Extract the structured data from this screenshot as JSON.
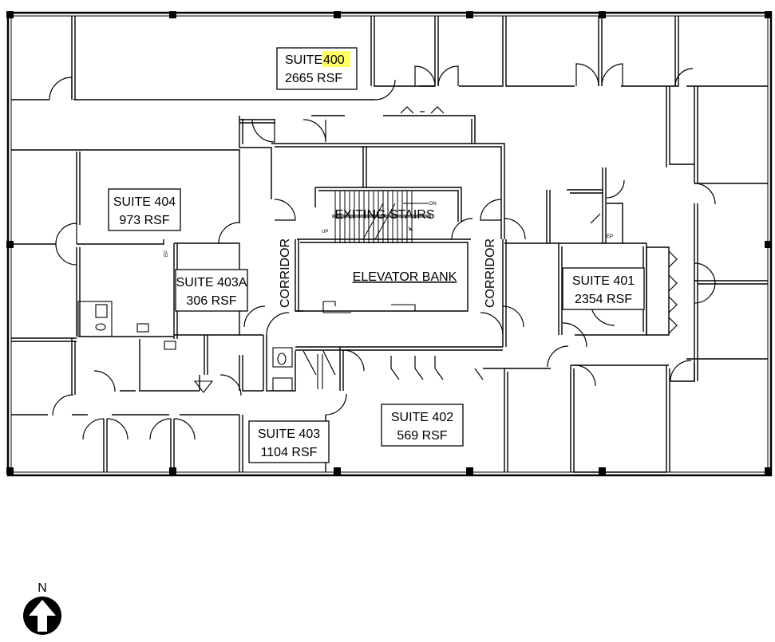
{
  "suites": [
    {
      "id": "400",
      "name": "SUITE",
      "number": "400",
      "area": "2665 RSF",
      "highlight": "#ffff66"
    },
    {
      "id": "404",
      "name": "SUITE 404",
      "area": "973 RSF"
    },
    {
      "id": "403a",
      "name": "SUITE 403A",
      "area": "306 RSF"
    },
    {
      "id": "401",
      "name": "SUITE 401",
      "area": "2354 RSF"
    },
    {
      "id": "402",
      "name": "SUITE 402",
      "area": "569 RSF"
    },
    {
      "id": "403",
      "name": "SUITE 403",
      "area": "1104 RSF"
    }
  ],
  "labels": {
    "exiting_stairs": "EXITING STAIRS",
    "elevator_bank": "ELEVATOR BANK",
    "corridor_left": "CORRIDOR",
    "corridor_right": "CORRIDOR",
    "stair_up": "UP",
    "stair_dn": "DN",
    "ep_left": "EP",
    "ep_right": "EP"
  },
  "compass": {
    "label": "N",
    "icon": "north-arrow-icon"
  }
}
